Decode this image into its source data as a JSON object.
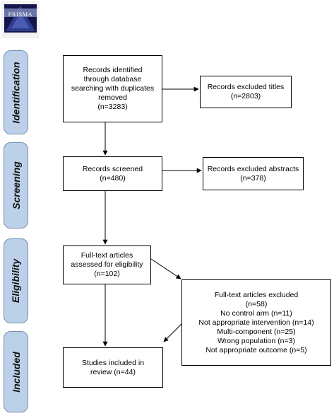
{
  "logo": {
    "text": "PRISMA"
  },
  "stages": [
    {
      "label": "Identification"
    },
    {
      "label": "Screening"
    },
    {
      "label": "Eligibility"
    },
    {
      "label": "Included"
    }
  ],
  "boxes": {
    "records_identified": {
      "lines": [
        "Records identified",
        "through database",
        "searching with duplicates",
        "removed",
        "(n=3283)"
      ]
    },
    "excluded_titles": {
      "lines": [
        "Records excluded titles",
        "(n=2803)"
      ]
    },
    "records_screened": {
      "lines": [
        "Records screened",
        "(n=480)"
      ]
    },
    "excluded_abstracts": {
      "lines": [
        "Records excluded abstracts",
        "(n=378)"
      ]
    },
    "full_text_assessed": {
      "lines": [
        "Full-text articles",
        "assessed for eligibility",
        "(n=102)"
      ]
    },
    "full_text_excluded": {
      "lines": [
        "Full-text articles excluded",
        "(n=58)",
        "No control arm (n=11)",
        "Not appropriate intervention (n=14)",
        "Multi-component (n=25)",
        "Wrong population (n=3)",
        "Not appropriate outcome (n=5)"
      ]
    },
    "studies_included": {
      "lines": [
        "Studies included in",
        "review (n=44)"
      ]
    }
  },
  "colors": {
    "stage_fill": "#bcd0ea",
    "stage_border": "#7891b0",
    "logo_bg": "#15154a"
  }
}
